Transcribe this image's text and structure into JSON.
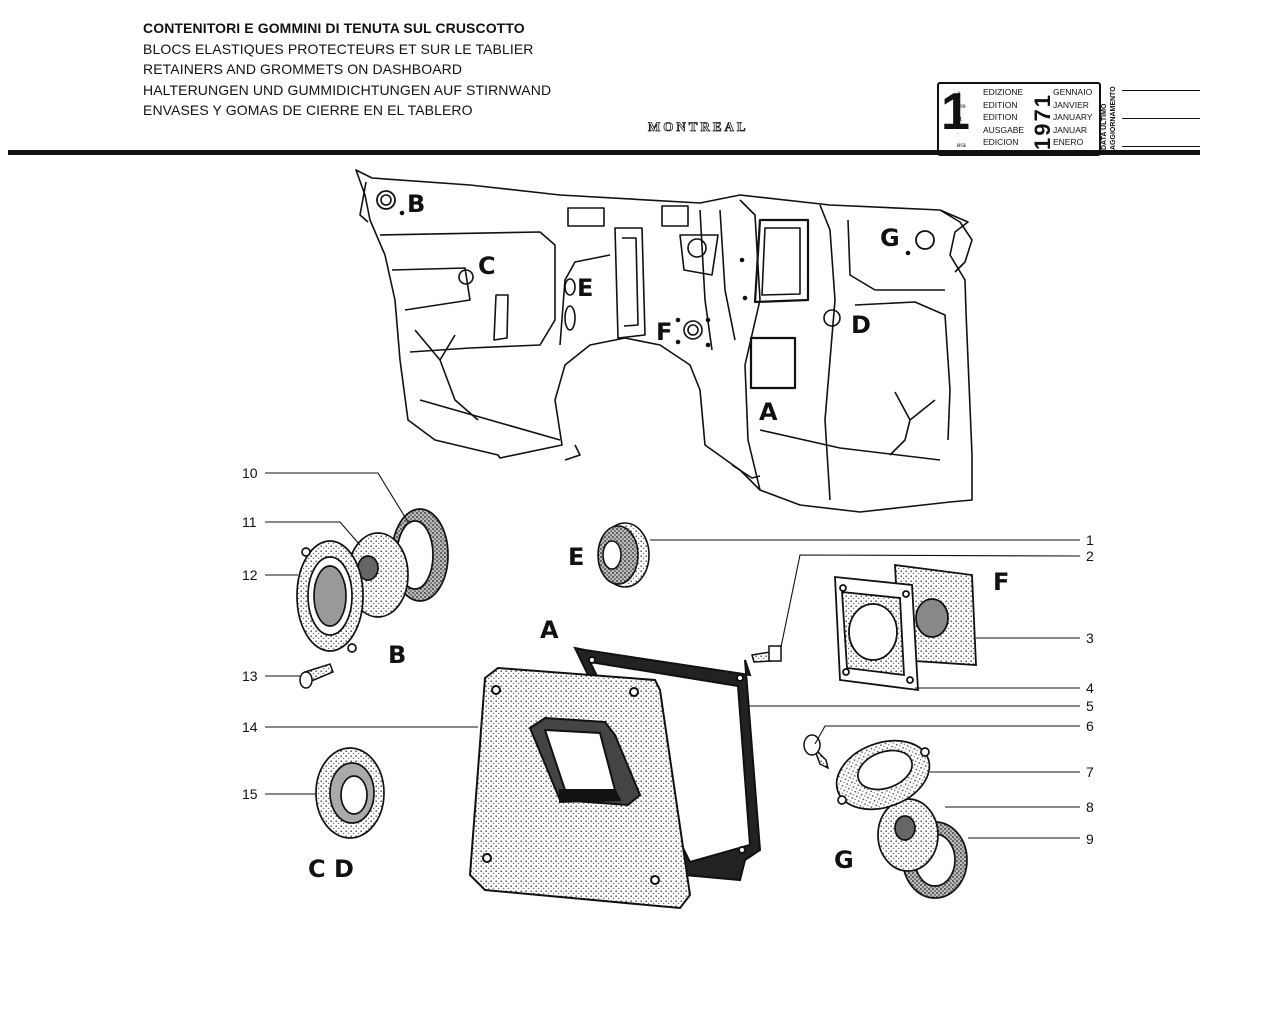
{
  "header": {
    "titles": [
      "CONTENITORI E GOMMINI DI TENUTA SUL CRUSCOTTO",
      "BLOCS ELASTIQUES PROTECTEURS ET SUR LE TABLIER",
      "RETAINERS AND GROMMETS ON DASHBOARD",
      "HALTERUNGEN UND GUMMIDICHTUNGEN AUF STIRNWAND",
      "ENVASES Y GOMAS DE CIERRE EN EL TABLERO"
    ],
    "brand": "MONTREAL"
  },
  "edition_box": {
    "number": "1",
    "suffixes": [
      "a",
      "ère",
      "st",
      ".",
      "era"
    ],
    "editions": [
      "EDIZIONE",
      "EDITION",
      "EDITION",
      "AUSGABE",
      "EDICION"
    ],
    "year": "1971",
    "months": [
      "GENNAIO",
      "JANVIER",
      "JANUARY",
      "JANUAR",
      "ENERO"
    ],
    "update_label_1": "DATA ULTIMO",
    "update_label_2": "AGGIORNAMENTO"
  },
  "diagram": {
    "panel_labels": [
      "B",
      "C",
      "E",
      "F",
      "G",
      "D",
      "A"
    ],
    "part_labels": [
      "E",
      "F",
      "A",
      "B",
      "G",
      "C D"
    ],
    "callouts": [
      "1",
      "2",
      "3",
      "4",
      "5",
      "6",
      "7",
      "8",
      "9",
      "10",
      "11",
      "12",
      "13",
      "14",
      "15"
    ]
  }
}
